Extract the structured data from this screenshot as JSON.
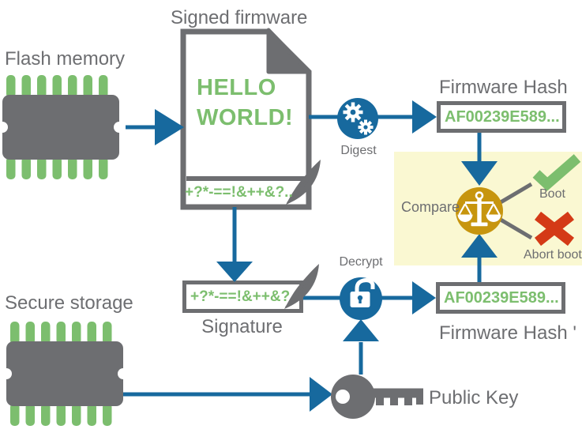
{
  "flash_memory": {
    "label": "Flash memory"
  },
  "secure_storage": {
    "label": "Secure storage"
  },
  "signed_firmware": {
    "label": "Signed firmware",
    "content": "HELLO WORLD!"
  },
  "signature": {
    "label": "Signature",
    "value": "+?*-==!&++&?.."
  },
  "digest": {
    "label": "Digest"
  },
  "decrypt": {
    "label": "Decrypt"
  },
  "compare": {
    "label": "Compare"
  },
  "outcomes": {
    "boot": "Boot",
    "abort": "Abort boot"
  },
  "firmware_hash": {
    "label": "Firmware Hash",
    "value": "AF00239E589..."
  },
  "firmware_hash_prime": {
    "label": "Firmware Hash '",
    "value": "AF00239E589..."
  },
  "public_key": {
    "label": "Public Key"
  },
  "icons": {
    "flash_memory": "chip-icon",
    "secure_storage": "chip-icon",
    "signed_firmware": "document-icon",
    "signature": "quill-icon",
    "digest": "gears-icon",
    "decrypt": "padlock-open-icon",
    "compare": "scale-icon",
    "public_key": "key-icon",
    "boot": "checkmark-icon",
    "abort_boot": "x-icon",
    "flow": "arrow-icon"
  },
  "colors": {
    "blue": "#17699E",
    "gray": "#6D6E71",
    "green": "#7CBE6E",
    "gold": "#C7950E",
    "red": "#D43A16",
    "pale_yellow": "#FAF8D2",
    "white": "#FFFFFF"
  }
}
